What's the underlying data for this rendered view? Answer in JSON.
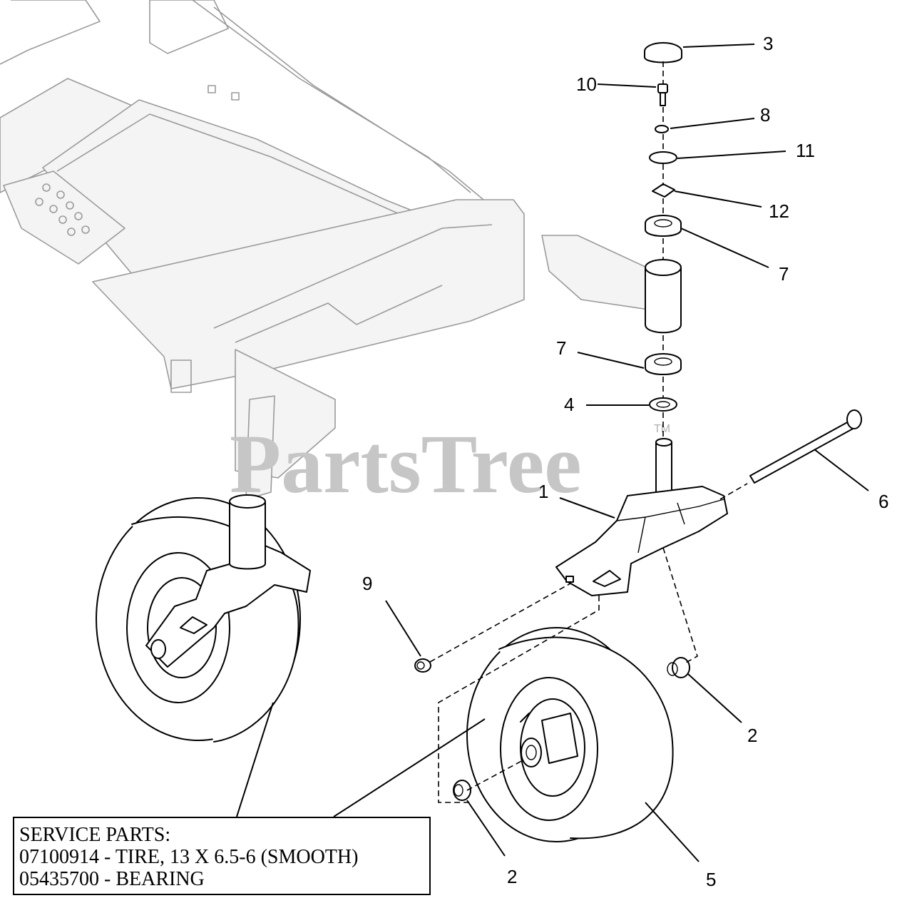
{
  "watermark": {
    "text": "PartsTree",
    "tm": "TM"
  },
  "callouts": [
    "1",
    "2",
    "2",
    "3",
    "4",
    "5",
    "6",
    "7",
    "7",
    "8",
    "9",
    "10",
    "11",
    "12"
  ],
  "service_parts": {
    "heading": "SERVICE PARTS:",
    "lines": [
      "07100914 - TIRE, 13 X 6.5-6 (SMOOTH)",
      "05435700 - BEARING"
    ]
  }
}
